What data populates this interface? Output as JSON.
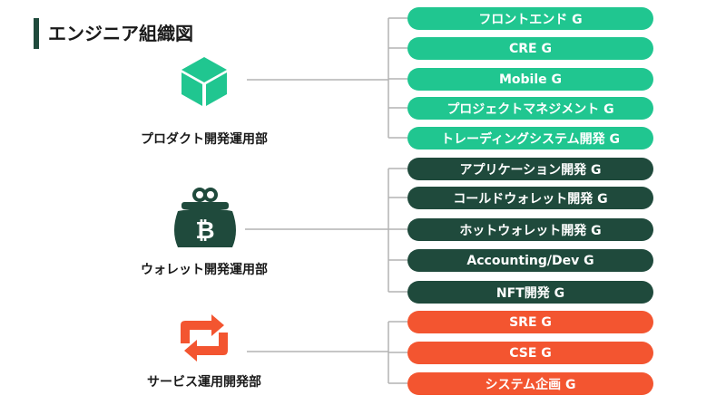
{
  "title": "エンジニア組織図",
  "colors": {
    "green": "#20c690",
    "dark": "#1f4a3c",
    "orange": "#f35530",
    "line": "#b3b3b3"
  },
  "departments": [
    {
      "name": "プロダクト開発運用部",
      "icon": "cube-icon",
      "groups": [
        "フロントエンド G",
        "CRE G",
        "Mobile G",
        "プロジェクトマネジメント G",
        "トレーディングシステム開発 G"
      ]
    },
    {
      "name": "ウォレット開発運用部",
      "icon": "bitcoin-wallet-icon",
      "groups": [
        "アプリケーション開発 G",
        "コールドウォレット開発 G",
        "ホットウォレット開発 G",
        "Accounting/Dev G",
        "NFT開発 G"
      ]
    },
    {
      "name": "サービス運用開発部",
      "icon": "cycle-arrows-icon",
      "groups": [
        "SRE G",
        "CSE G",
        "システム企画 G"
      ]
    }
  ]
}
